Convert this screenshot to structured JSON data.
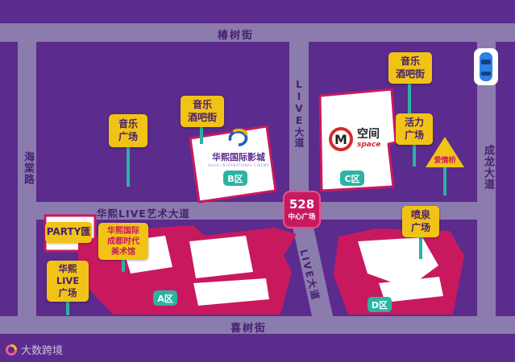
{
  "colors": {
    "background": "#5B2B8D",
    "road": "#8C7BAD",
    "building_outline": "#C8195F",
    "sign_yellow": "#F2C317",
    "teal": "#2BB3A3",
    "center_badge": "#C8195F"
  },
  "streets": {
    "top": "椿树街",
    "bottom": "喜树街",
    "left": "海棠路",
    "right": "成龙大道",
    "live_upper": "LIVE大道",
    "live_lower": "LIVE大道",
    "art_avenue": "华熙LIVE艺术大道"
  },
  "center_plaza": {
    "number": "528",
    "label": "中心广场"
  },
  "zones": {
    "a": "A区",
    "b": "B区",
    "c": "C区",
    "d": "D区"
  },
  "signs": {
    "music_plaza": {
      "lines": [
        "音乐",
        "广场"
      ]
    },
    "music_bar_street_left": {
      "lines": [
        "音乐",
        "酒吧街"
      ]
    },
    "music_bar_street_right": {
      "lines": [
        "音乐",
        "酒吧街"
      ]
    },
    "vitality_plaza": {
      "lines": [
        "活力",
        "广场"
      ]
    },
    "love_bridge": {
      "label": "爱情桥"
    },
    "fountain_plaza": {
      "lines": [
        "喷泉",
        "广场"
      ]
    },
    "party_hui": {
      "label": "PARTY匯"
    },
    "art_museum": {
      "lines": [
        "华熙国际",
        "成都时代",
        "美术馆"
      ]
    },
    "huaxi_live_plaza": {
      "lines": [
        "华熙",
        "LIVE",
        "广场"
      ]
    }
  },
  "cinema": {
    "name": "华熙国际影城",
    "subtitle": "HUAXI INTERNATIONAL CINEMA"
  },
  "mspace": {
    "m": "M",
    "cn": "空间",
    "en": "space"
  },
  "watermark": "大数跨境"
}
